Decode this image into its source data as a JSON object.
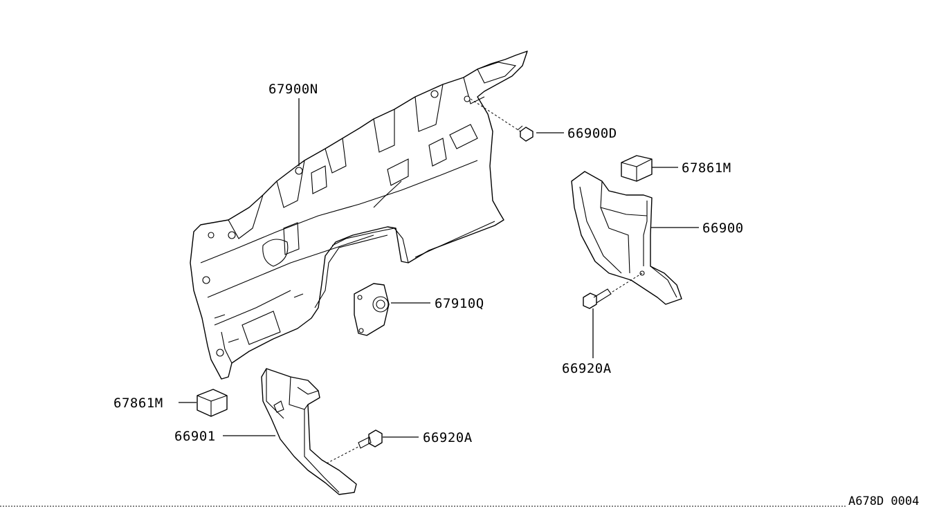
{
  "callouts": {
    "dash_panel": "67900N",
    "clip": "66900D",
    "insulator_right": "67861M",
    "cover_right": "66900",
    "grommet": "67910Q",
    "bolt_right": "66920A",
    "insulator_left": "67861M",
    "cover_left": "66901",
    "bolt_left": "66920A"
  },
  "drawing_code": "A678D 0004"
}
